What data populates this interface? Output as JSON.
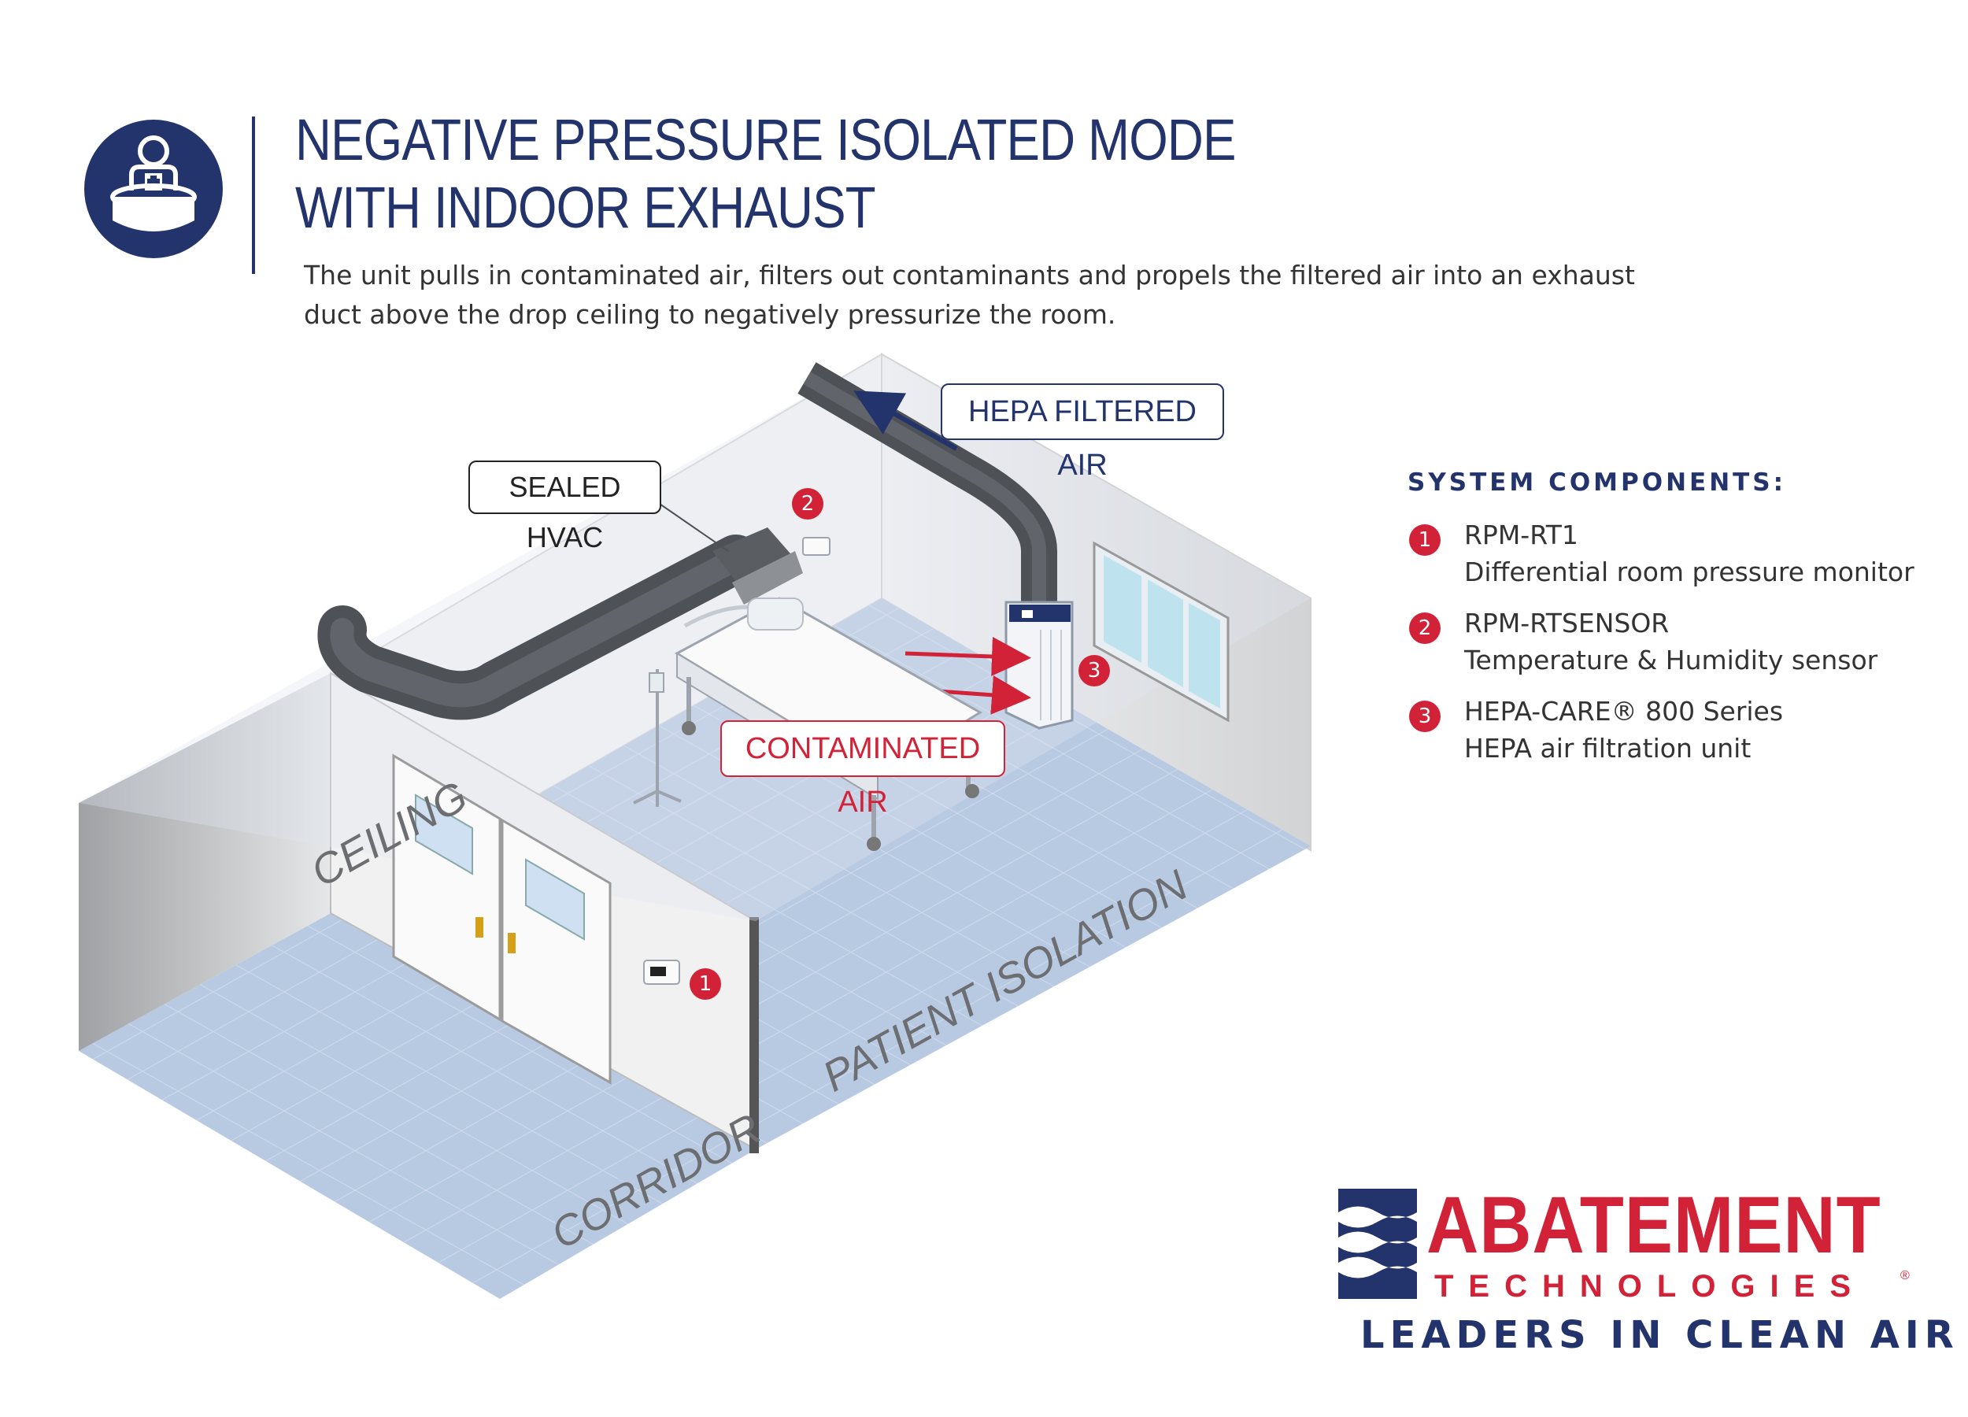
{
  "header": {
    "title_line1": "NEGATIVE PRESSURE ISOLATED MODE",
    "title_line2": "WITH INDOOR EXHAUST",
    "description": "The unit pulls in contaminated air, filters out contaminants and propels the filtered air into an exhaust duct above the drop ceiling to negatively pressurize the room.",
    "icon": "isolation-room-icon"
  },
  "diagram": {
    "callouts": {
      "hepa": "HEPA FILTERED AIR",
      "hvac": "SEALED HVAC",
      "contaminated": "CONTAMINATED AIR"
    },
    "area_labels": {
      "ceiling": "CEILING",
      "patient": "PATIENT ISOLATION",
      "corridor": "CORRIDOR"
    },
    "markers": [
      "1",
      "2",
      "3"
    ]
  },
  "components": {
    "heading": "SYSTEM COMPONENTS:",
    "items": [
      {
        "num": "1",
        "name": "RPM-RT1",
        "desc": "Differential room pressure monitor"
      },
      {
        "num": "2",
        "name": "RPM-RTSENSOR",
        "desc": "Temperature & Humidity sensor"
      },
      {
        "num": "3",
        "name": "HEPA-CARE® 800 Series",
        "desc": "HEPA air filtration unit"
      }
    ]
  },
  "logo": {
    "word": "ABATEMENT",
    "sub": "TECHNOLOGIES",
    "reg": "®",
    "tagline": "LEADERS IN CLEAN AIR"
  },
  "colors": {
    "navy": "#23336b",
    "red": "#d22238",
    "floor": "#b5c6e0",
    "duct": "#5a5d62"
  }
}
